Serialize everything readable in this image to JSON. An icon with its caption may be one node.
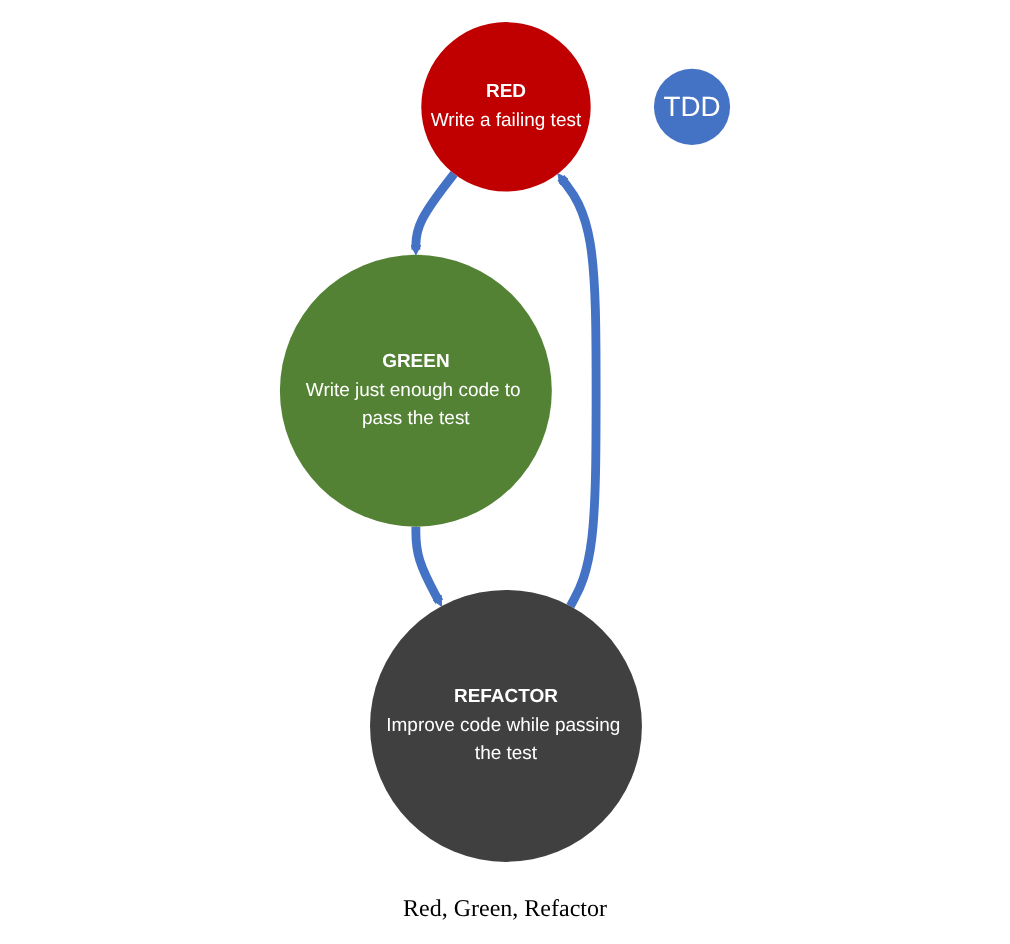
{
  "diagram": {
    "caption": "Red, Green, Refactor",
    "nodes": [
      {
        "text": [
          "RED",
          "Write a failing test"
        ]
      },
      {
        "text": [
          "GREEN",
          "Write just enough code to pass the test"
        ]
      },
      {
        "text": [
          "REFACTOR",
          "Improve code while passing the test"
        ]
      },
      {
        "text": [
          "TDD"
        ]
      }
    ],
    "edges": [
      {
        "from": 0,
        "to": 1,
        "arrow": "to"
      },
      {
        "from": 1,
        "to": 2,
        "arrow": "to"
      },
      {
        "from": 2,
        "to": 0,
        "arrow": "to"
      }
    ]
  }
}
